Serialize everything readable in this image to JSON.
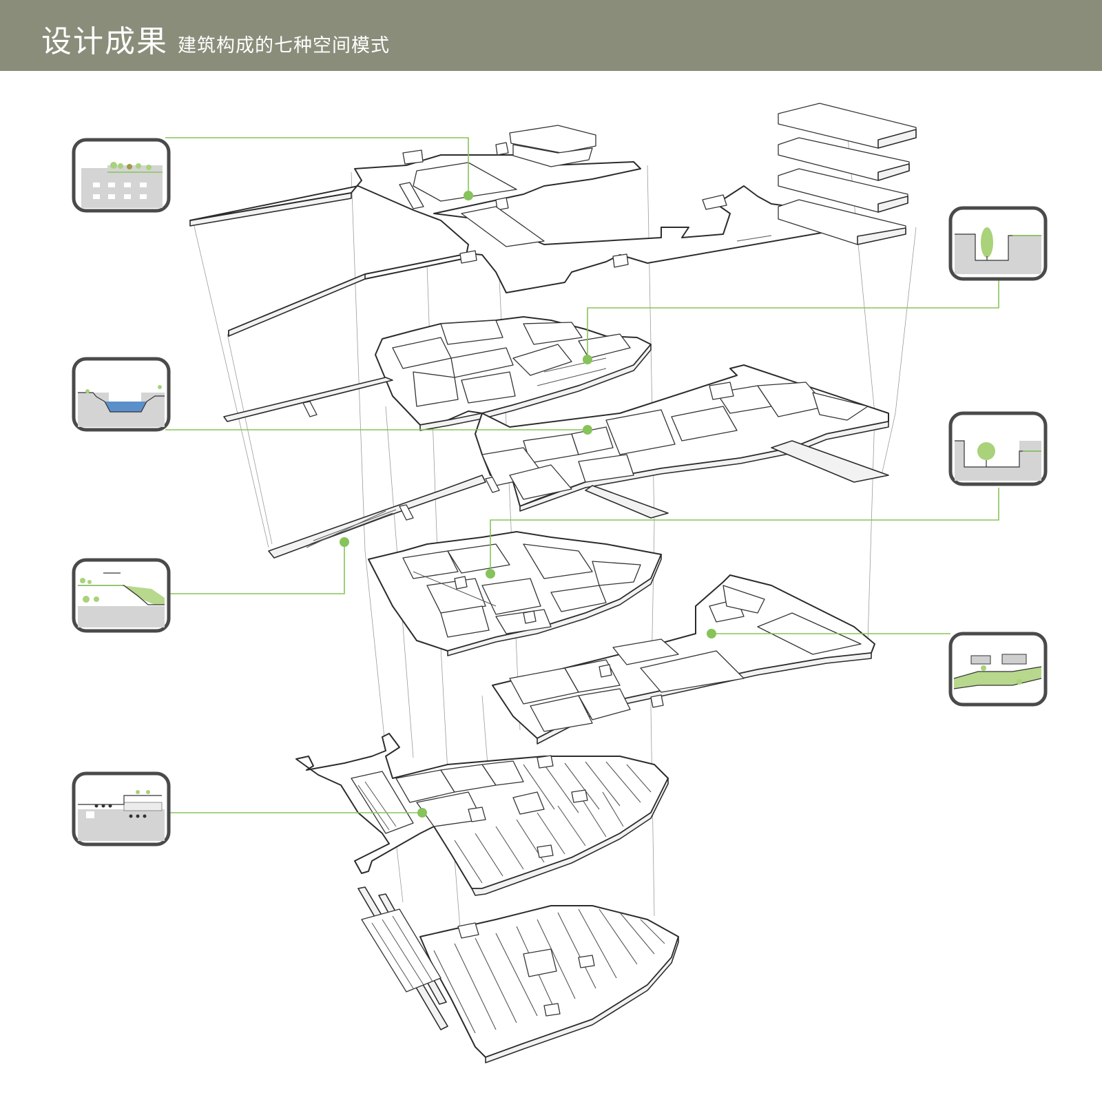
{
  "header": {
    "title": "设计成果",
    "subtitle": "建筑构成的七种空间模式",
    "background_color": "#8a8d7a"
  },
  "accent_color": "#86c35a",
  "icons": [
    "rooftop-garden-section-icon",
    "sunken-courtyard-section-icon",
    "river-channel-section-icon",
    "courtyard-tree-section-icon",
    "terraced-slope-section-icon",
    "green-walkway-axonometric-icon",
    "underground-parking-section-icon"
  ],
  "layers": [
    "roof-level-plate",
    "upper-level-plate",
    "ground-level-plate",
    "lower-level-plate",
    "basement-1-plate",
    "parking-level-1-plate",
    "parking-level-2-plate"
  ]
}
